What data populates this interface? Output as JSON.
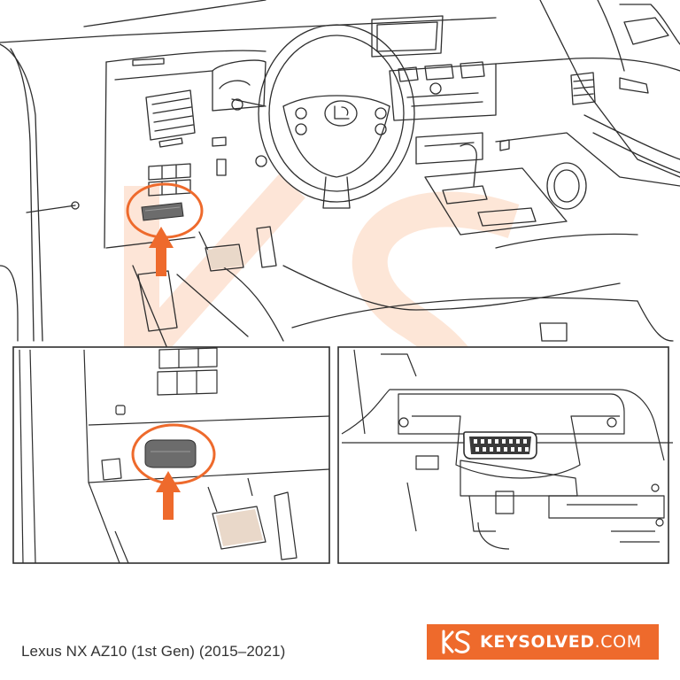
{
  "caption": "Lexus NX AZ10 (1st Gen) (2015–2021)",
  "brand": {
    "name": "KEYSOLVED",
    "tld": ".COM",
    "color": "#ee6a2c"
  },
  "icons": [
    "steering-wheel-icon",
    "orange-arrow-icon",
    "obd-port-highlight-icon",
    "keysolved-logo-icon"
  ]
}
